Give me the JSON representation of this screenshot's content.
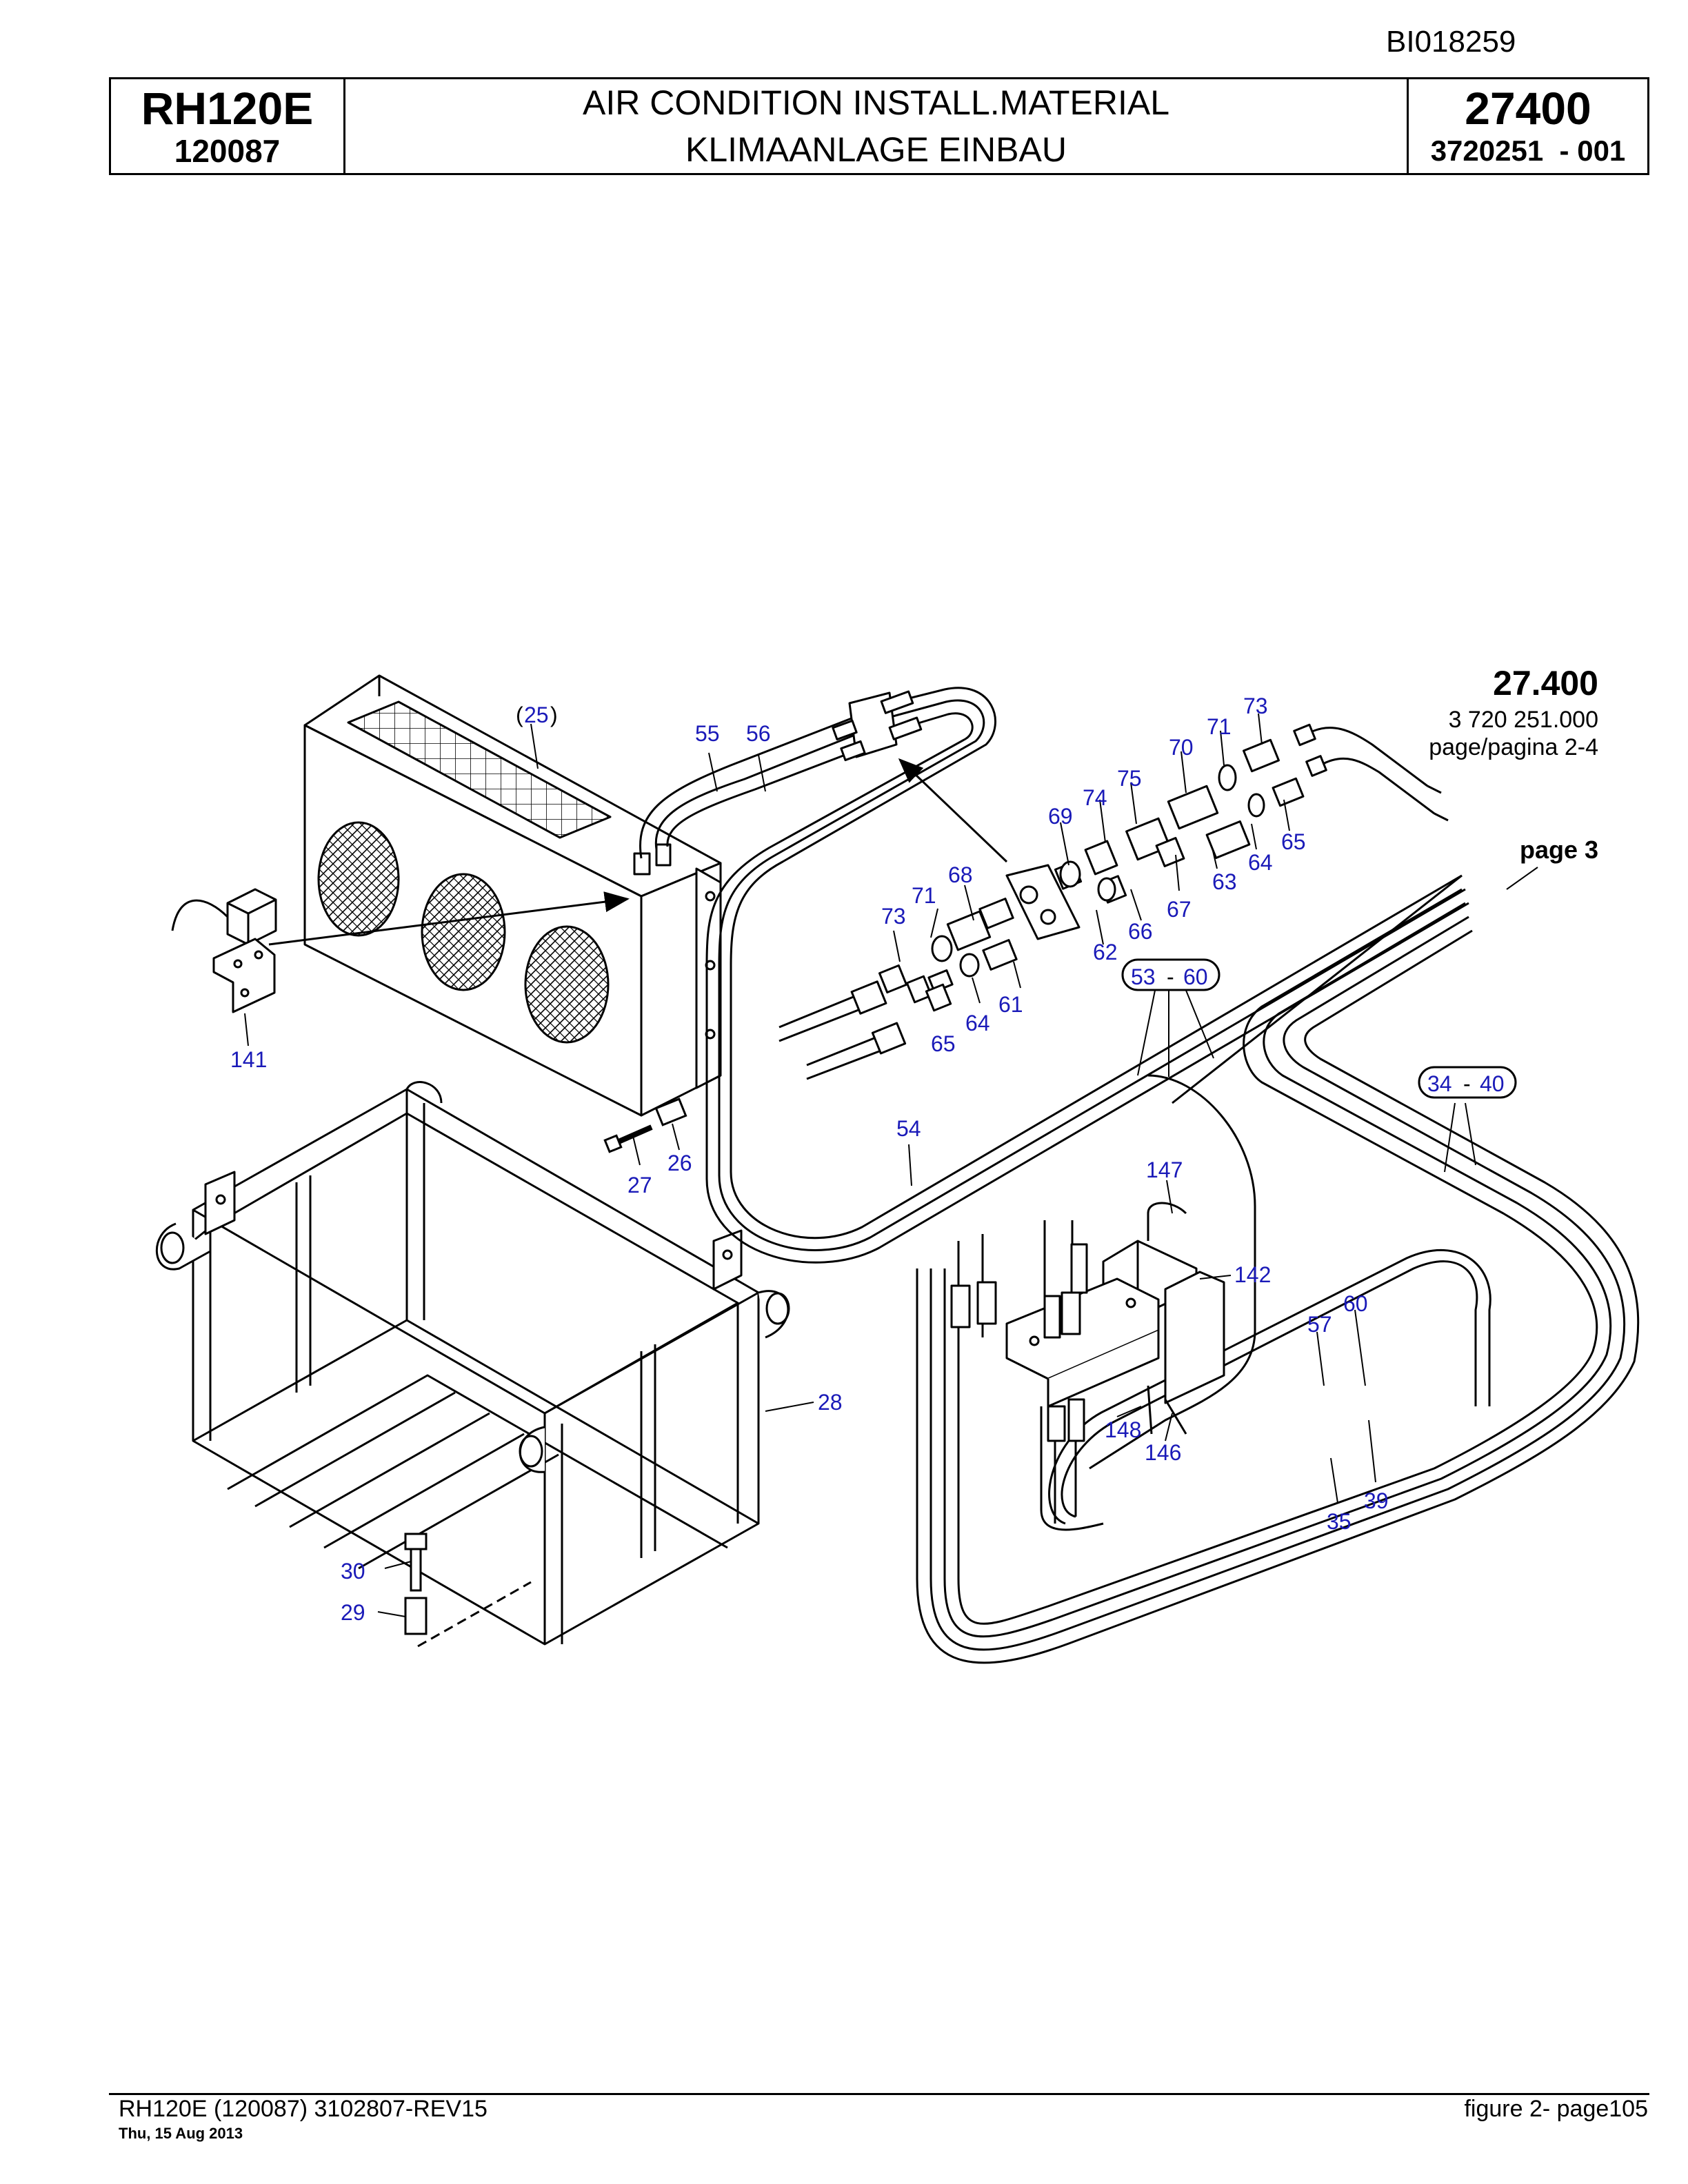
{
  "doc_id": "BI018259",
  "header": {
    "model": "RH120E",
    "serial": "120087",
    "title_en": "AIR CONDITION INSTALL.MATERIAL",
    "title_de": "KLIMAANLAGE EINBAU",
    "group": "27400",
    "part_number": "3720251  - 001"
  },
  "reference": {
    "group": "27.400",
    "number": "3 720 251.000",
    "page": "page/pagina 2-4",
    "page3": "page 3"
  },
  "callouts": {
    "c25": "25",
    "c26": "26",
    "c27": "27",
    "c28": "28",
    "c29": "29",
    "c30": "30",
    "c35": "35",
    "c39": "39",
    "c54": "54",
    "c55": "55",
    "c56": "56",
    "c57": "57",
    "c60": "60",
    "c61": "61",
    "c62": "62",
    "c63": "63",
    "c64a": "64",
    "c64b": "64",
    "c65a": "65",
    "c65b": "65",
    "c66": "66",
    "c67": "67",
    "c68": "68",
    "c69": "69",
    "c70": "70",
    "c71a": "71",
    "c71b": "71",
    "c73a": "73",
    "c73b": "73",
    "c74": "74",
    "c75": "75",
    "c141": "141",
    "c142": "142",
    "c146": "146",
    "c147": "147",
    "c148": "148"
  },
  "ranges": {
    "r1_from": "53",
    "r1_to": "60",
    "r2_from": "34",
    "r2_to": "40",
    "sep": "-"
  },
  "footer": {
    "left": "RH120E (120087) 3102807-REV15",
    "date": "Thu, 15 Aug 2013",
    "right": "figure  2- page105"
  }
}
